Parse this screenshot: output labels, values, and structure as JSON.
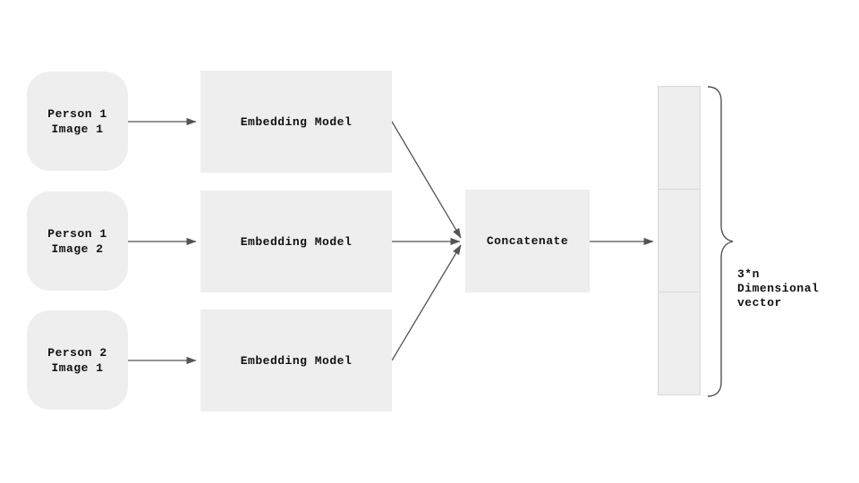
{
  "diagram": {
    "title": "face-embedding-concatenation-flow",
    "inputs": [
      {
        "line1": "Person 1",
        "line2": "Image 1"
      },
      {
        "line1": "Person 1",
        "line2": "Image 2"
      },
      {
        "line1": "Person 2",
        "line2": "Image 1"
      }
    ],
    "models": [
      {
        "label": "Embedding Model"
      },
      {
        "label": "Embedding Model"
      },
      {
        "label": "Embedding Model"
      }
    ],
    "concatenate": {
      "label": "Concatenate"
    },
    "output_vector": {
      "segment_count": 3,
      "caption_lines": [
        "3*n",
        "Dimensional",
        "vector"
      ]
    },
    "colors": {
      "node_fill": "#eeeeee",
      "segment_border": "#d9d9d9",
      "connector": "#545454",
      "text": "#111111",
      "background": "#ffffff"
    }
  }
}
